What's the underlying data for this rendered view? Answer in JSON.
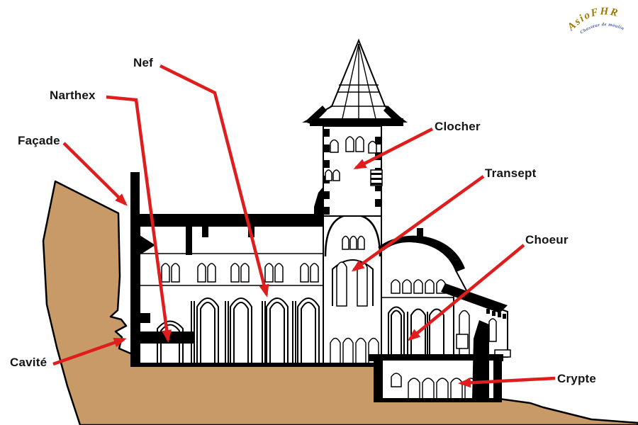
{
  "labels": {
    "nef": "Nef",
    "narthex": "Narthex",
    "facade": "Façade",
    "cavite": "Cavité",
    "clocher": "Clocher",
    "transept": "Transept",
    "choeur": "Choeur",
    "crypte": "Crypte"
  },
  "logo": {
    "arc_text": "AsioFHR",
    "sub_text": "Chasseur de moulins"
  },
  "colors": {
    "background": "#ffffff",
    "ink": "#000000",
    "ground": "#c89a68",
    "arrow": "#e01d1d",
    "logo_gold": "#a07800",
    "logo_blue": "#4055a8"
  }
}
